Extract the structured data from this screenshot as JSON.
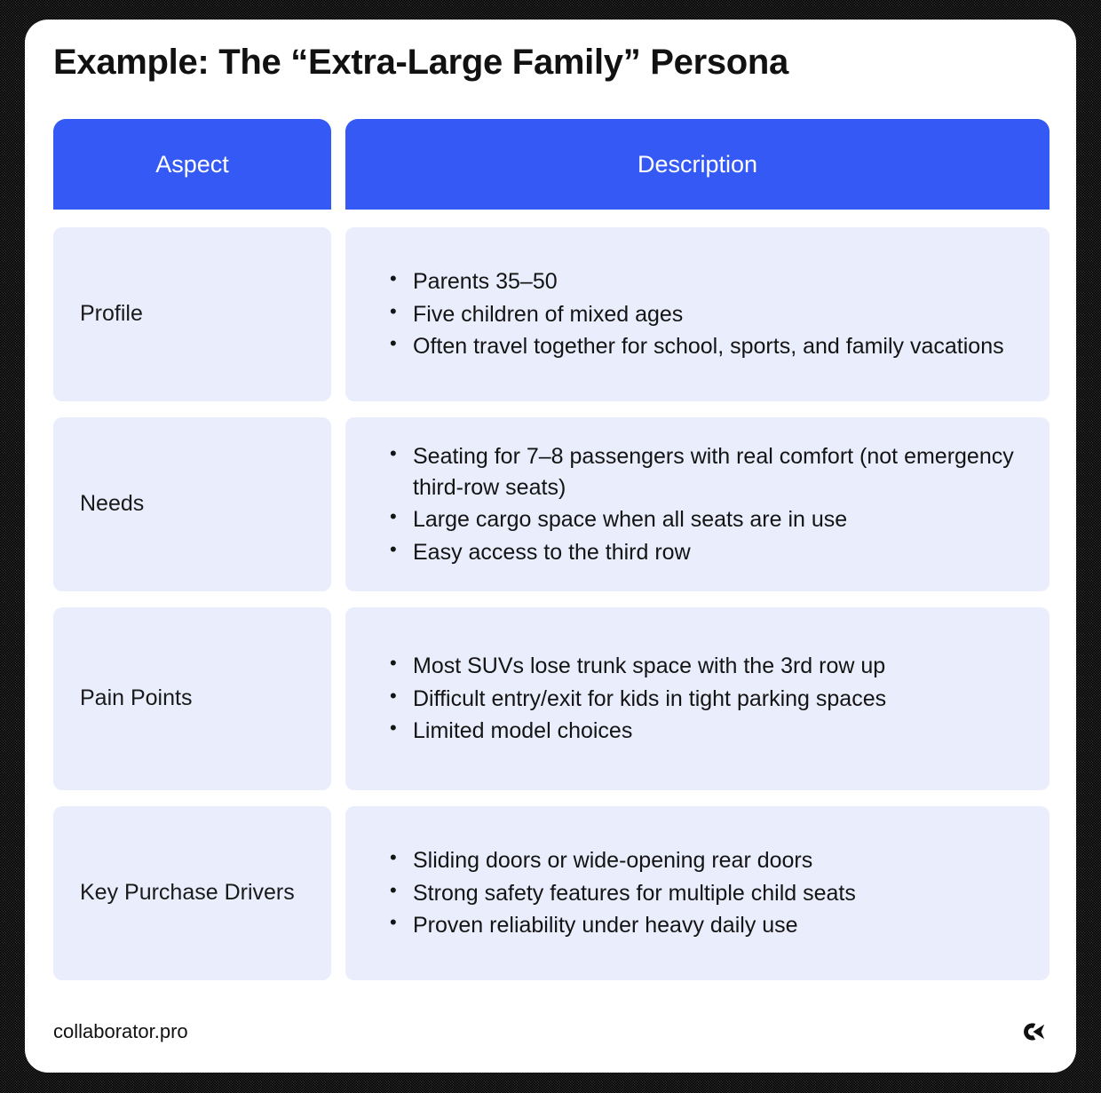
{
  "page": {
    "title": "Example: The “Extra-Large Family” Persona",
    "accent_color": "#3559F5",
    "cell_bg_color": "#E9EDFC",
    "card_bg_color": "#FFFFFF",
    "frame_color": "#000000"
  },
  "table": {
    "headers": {
      "aspect": "Aspect",
      "description": "Description"
    },
    "rows": [
      {
        "aspect": "Profile",
        "items": [
          "Parents 35–50",
          "Five children of mixed ages",
          "Often travel together for school, sports, and family vacations"
        ]
      },
      {
        "aspect": "Needs",
        "items": [
          "Seating for 7–8 passengers with real comfort (not emergency third-row seats)",
          "Large cargo space when all seats are in use",
          "Easy access to the third row"
        ]
      },
      {
        "aspect": "Pain Points",
        "items": [
          "Most SUVs lose trunk space with the 3rd row up",
          "Difficult entry/exit for kids in tight parking spaces",
          "Limited model choices"
        ]
      },
      {
        "aspect": "Key Purchase Drivers",
        "items": [
          "Sliding doors or wide-opening rear doors",
          "Strong safety features for multiple child seats",
          "Proven reliability under heavy daily use"
        ]
      }
    ]
  },
  "footer": {
    "site": "collaborator.pro",
    "logo": "collaborator-c-arrow-logo"
  }
}
